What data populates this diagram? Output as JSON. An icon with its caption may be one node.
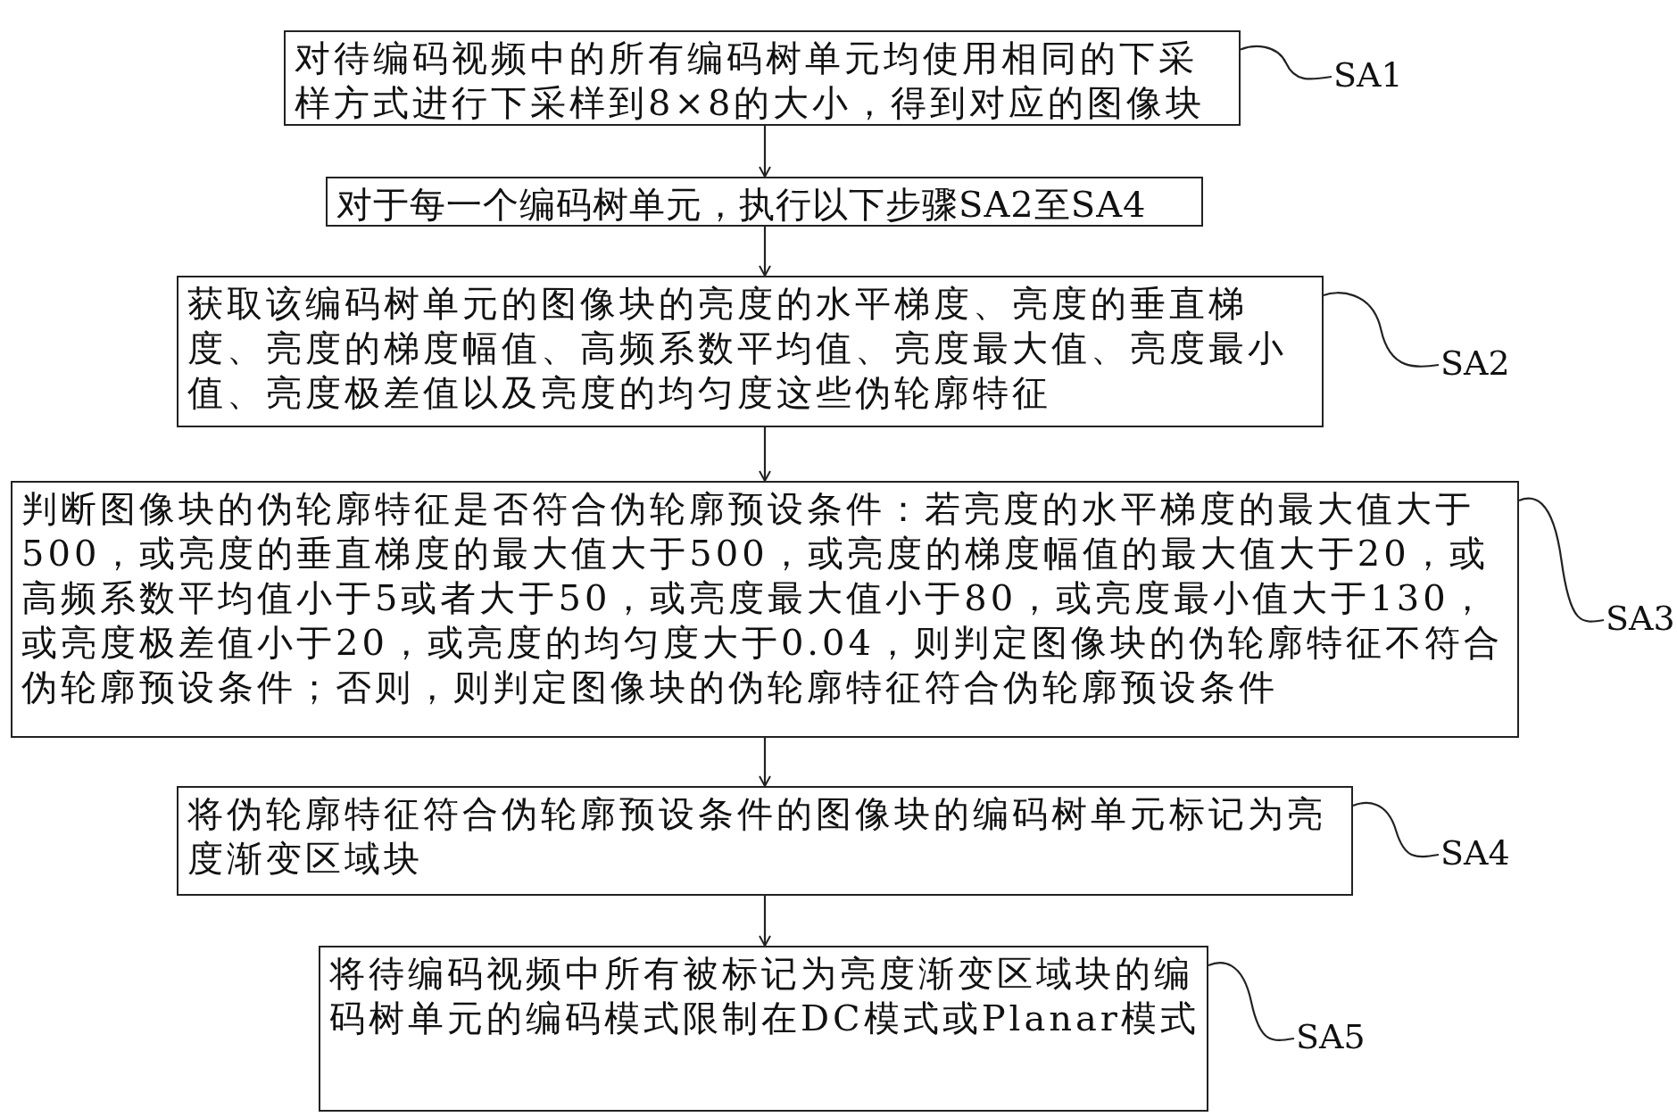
{
  "diagram": {
    "nodes": [
      {
        "text": [
          "对待编码视频中的所有编码树单元均使用相同的下采样方式进行下采样到8×8的大小，得到对应的图像块"
        ]
      },
      {
        "text": [
          "对于每一个编码树单元，执行以下步骤SA2至SA4"
        ]
      },
      {
        "text": [
          "获取该编码树单元的图像块的亮度的水平梯度、亮度的垂直梯度、亮度的梯度幅值、高频系数平均值、亮度最大值、亮度最小值、亮度极差值以及亮度的均匀度这些伪轮廓特征"
        ]
      },
      {
        "text": [
          "判断图像块的伪轮廓特征是否符合伪轮廓预设条件：若亮度的水平梯度的最大值大于500，或亮度的垂直梯度的最大值大于500，或亮度的梯度幅值的最大值大于20，或高频系数平均值小于5或者大于50，或亮度最大值小于80，或亮度最小值大于130，或亮度极差值小于20，或亮度的均匀度大于0.04，则判定图像块的伪轮廓特征不符合伪轮廓预设条件；否则，则判定图像块的伪轮廓特征符合伪轮廓预设条件"
        ]
      },
      {
        "text": [
          "将伪轮廓特征符合伪轮廓预设条件的图像块的编码树单元标记为亮度渐变区域块"
        ]
      },
      {
        "text": [
          "将待编码视频中所有被标记为亮度渐变区域块的编码树单元的编码模式限制在DC模式或Planar模式"
        ]
      },
      {
        "text": [
          "SA1"
        ]
      },
      {
        "text": [
          "SA2"
        ]
      },
      {
        "text": [
          "SA3"
        ]
      },
      {
        "text": [
          "SA4"
        ]
      },
      {
        "text": [
          "SA5"
        ]
      }
    ],
    "edges": [
      {
        "from": 0,
        "to": 1,
        "arrow": "to"
      },
      {
        "from": 1,
        "to": 2,
        "arrow": "to"
      },
      {
        "from": 2,
        "to": 3,
        "arrow": "to"
      },
      {
        "from": 3,
        "to": 4,
        "arrow": "to"
      },
      {
        "from": 4,
        "to": 5,
        "arrow": "to"
      },
      {
        "from": 6,
        "to": 0,
        "arrow": "none"
      },
      {
        "from": 7,
        "to": 2,
        "arrow": "none"
      },
      {
        "from": 8,
        "to": 3,
        "arrow": "none"
      },
      {
        "from": 9,
        "to": 4,
        "arrow": "none"
      },
      {
        "from": 10,
        "to": 5,
        "arrow": "none"
      }
    ]
  }
}
